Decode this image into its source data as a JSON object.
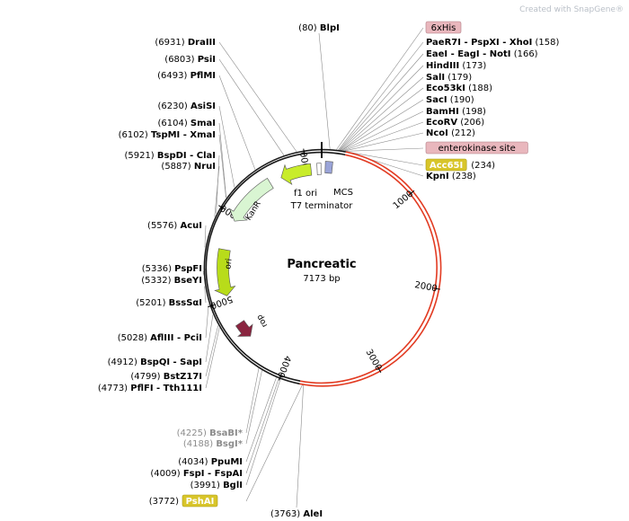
{
  "watermark": "Created with SnapGene®",
  "plasmid": {
    "name": "Pancreatic",
    "size_label": "7173 bp",
    "length": 7173,
    "insert": {
      "start": 234,
      "end": 3800
    },
    "colors": {
      "backbone": "#1a1a1a",
      "insert": "#e23b22",
      "leader": "#8a8a8a"
    }
  },
  "ticks": [
    "1000",
    "2000",
    "3000",
    "4000",
    "5000",
    "6000",
    "7000"
  ],
  "sites": [
    {
      "name": "BlpI",
      "pos": 80,
      "pos_label": "(80)",
      "side": "top",
      "style": "normal"
    },
    {
      "name": "6xHis",
      "pos": 140,
      "side": "right",
      "style": "feature-pink"
    },
    {
      "name": "PaeR7I - PspXI - XhoI",
      "pos": 158,
      "pos_label": "(158)",
      "side": "right",
      "style": "normal"
    },
    {
      "name": "EaeI - EagI - NotI",
      "pos": 166,
      "pos_label": "(166)",
      "side": "right",
      "style": "normal"
    },
    {
      "name": "HindIII",
      "pos": 173,
      "pos_label": "(173)",
      "side": "right",
      "style": "normal"
    },
    {
      "name": "SalI",
      "pos": 179,
      "pos_label": "(179)",
      "side": "right",
      "style": "normal"
    },
    {
      "name": "Eco53kI",
      "pos": 188,
      "pos_label": "(188)",
      "side": "right",
      "style": "normal"
    },
    {
      "name": "SacI",
      "pos": 190,
      "pos_label": "(190)",
      "side": "right",
      "style": "normal"
    },
    {
      "name": "BamHI",
      "pos": 198,
      "pos_label": "(198)",
      "side": "right",
      "style": "normal"
    },
    {
      "name": "EcoRV",
      "pos": 206,
      "pos_label": "(206)",
      "side": "right",
      "style": "normal"
    },
    {
      "name": "NcoI",
      "pos": 212,
      "pos_label": "(212)",
      "side": "right",
      "style": "normal"
    },
    {
      "name": "enterokinase site",
      "pos": 220,
      "side": "right",
      "style": "feature-pink"
    },
    {
      "name": "Acc65I",
      "pos": 234,
      "pos_label": "(234)",
      "side": "right",
      "style": "unique-yellow"
    },
    {
      "name": "KpnI",
      "pos": 238,
      "pos_label": "(238)",
      "side": "right",
      "style": "normal"
    },
    {
      "name": "DraIII",
      "pos": 6931,
      "pos_label": "(6931)",
      "side": "left",
      "style": "normal"
    },
    {
      "name": "PsiI",
      "pos": 6803,
      "pos_label": "(6803)",
      "side": "left",
      "style": "normal"
    },
    {
      "name": "PflMI",
      "pos": 6493,
      "pos_label": "(6493)",
      "side": "left",
      "style": "normal"
    },
    {
      "name": "AsiSI",
      "pos": 6230,
      "pos_label": "(6230)",
      "side": "left",
      "style": "normal"
    },
    {
      "name": "SmaI",
      "pos": 6104,
      "pos_label": "(6104)",
      "side": "left",
      "style": "normal"
    },
    {
      "name": "TspMI - XmaI",
      "pos": 6102,
      "pos_label": "(6102)",
      "side": "left",
      "style": "normal"
    },
    {
      "name": "BspDI - ClaI",
      "pos": 5921,
      "pos_label": "(5921)",
      "side": "left",
      "style": "normal"
    },
    {
      "name": "NruI",
      "pos": 5887,
      "pos_label": "(5887)",
      "side": "left",
      "style": "normal"
    },
    {
      "name": "AcuI",
      "pos": 5576,
      "pos_label": "(5576)",
      "side": "left",
      "style": "normal"
    },
    {
      "name": "PspFI",
      "pos": 5336,
      "pos_label": "(5336)",
      "side": "left",
      "style": "normal"
    },
    {
      "name": "BseYI",
      "pos": 5332,
      "pos_label": "(5332)",
      "side": "left",
      "style": "normal"
    },
    {
      "name": "BssSαI",
      "pos": 5201,
      "pos_label": "(5201)",
      "side": "left",
      "style": "normal"
    },
    {
      "name": "AflIII - PciI",
      "pos": 5028,
      "pos_label": "(5028)",
      "side": "left",
      "style": "normal"
    },
    {
      "name": "BspQI - SapI",
      "pos": 4912,
      "pos_label": "(4912)",
      "side": "left",
      "style": "normal"
    },
    {
      "name": "BstZ17I",
      "pos": 4799,
      "pos_label": "(4799)",
      "side": "left",
      "style": "normal"
    },
    {
      "name": "PflFI - Tth111I",
      "pos": 4773,
      "pos_label": "(4773)",
      "side": "left",
      "style": "normal"
    },
    {
      "name": "BsaBI*",
      "pos": 4225,
      "pos_label": "(4225)",
      "side": "left",
      "style": "grey"
    },
    {
      "name": "BsgI*",
      "pos": 4188,
      "pos_label": "(4188)",
      "side": "left",
      "style": "grey"
    },
    {
      "name": "PpuMI",
      "pos": 4034,
      "pos_label": "(4034)",
      "side": "left",
      "style": "normal"
    },
    {
      "name": "FspI - FspAI",
      "pos": 4009,
      "pos_label": "(4009)",
      "side": "left",
      "style": "normal"
    },
    {
      "name": "BglI",
      "pos": 3991,
      "pos_label": "(3991)",
      "side": "left",
      "style": "normal"
    },
    {
      "name": "PshAI",
      "pos": 3772,
      "pos_label": "(3772)",
      "side": "left",
      "style": "unique-yellow"
    },
    {
      "name": "AleI",
      "pos": 3763,
      "pos_label": "(3763)",
      "side": "bottom",
      "style": "normal"
    }
  ],
  "features": [
    {
      "name": "KanR",
      "start": 5940,
      "end": 6550,
      "direction": "ccw",
      "color": "#d9f5d2",
      "track": "inner"
    },
    {
      "name": "ori",
      "start": 5050,
      "end": 5590,
      "direction": "ccw",
      "color": "#b8dc1a",
      "track": "inner"
    },
    {
      "name": "f1 ori",
      "start": 6690,
      "end": 7050,
      "direction": "ccw",
      "color": "#c8ec2a",
      "track": "inner"
    },
    {
      "name": "rop",
      "start": 4505,
      "end": 4700,
      "direction": "ccw",
      "color": "#8a2540",
      "track": "inner"
    },
    {
      "name": "T7 terminator",
      "start": 7120,
      "end": 7165,
      "direction": "none",
      "color": "#ffffff",
      "track": "inner"
    },
    {
      "name": "MCS",
      "start": 40,
      "end": 120,
      "direction": "none",
      "color": "#9aa4d8",
      "track": "inner"
    }
  ]
}
